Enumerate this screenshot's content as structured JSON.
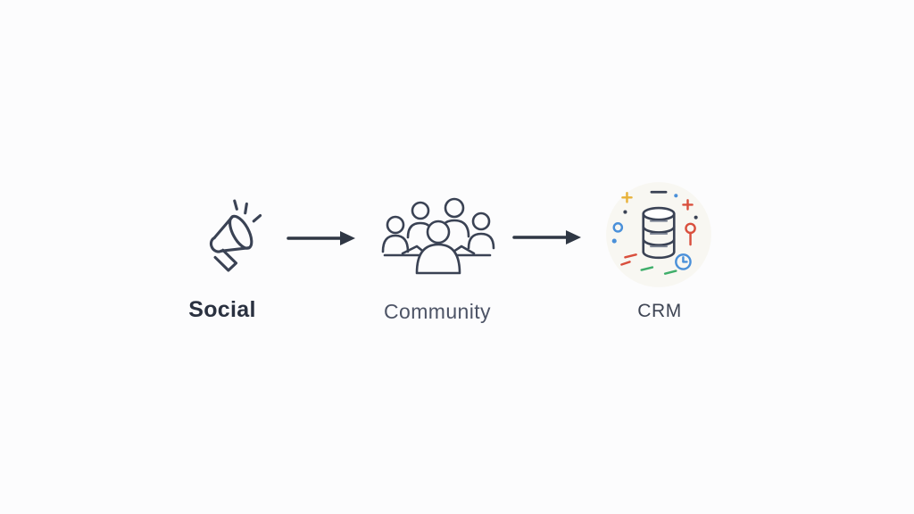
{
  "diagram": {
    "title": "Social to Community to CRM flow diagram",
    "background_color": "#fcfcfd",
    "line_color": "#3a4254",
    "nodes": [
      {
        "id": "social",
        "label": "Social",
        "icon": "megaphone-icon",
        "emphasis": "bold"
      },
      {
        "id": "community",
        "label": "Community",
        "icon": "people-group-icon",
        "emphasis": "regular"
      },
      {
        "id": "crm",
        "label": "CRM",
        "icon": "crm-database-icon",
        "emphasis": "regular"
      }
    ],
    "connectors": [
      {
        "from": "social",
        "to": "community",
        "type": "arrow-right"
      },
      {
        "from": "community",
        "to": "crm",
        "type": "arrow-right"
      }
    ],
    "accent_colors": {
      "dark": "#3a4254",
      "red": "#d94f3d",
      "blue": "#4a90d9",
      "green": "#3fae6a",
      "yellow": "#e8b23a",
      "crm_circle_bg": "#f8f7f2"
    }
  }
}
